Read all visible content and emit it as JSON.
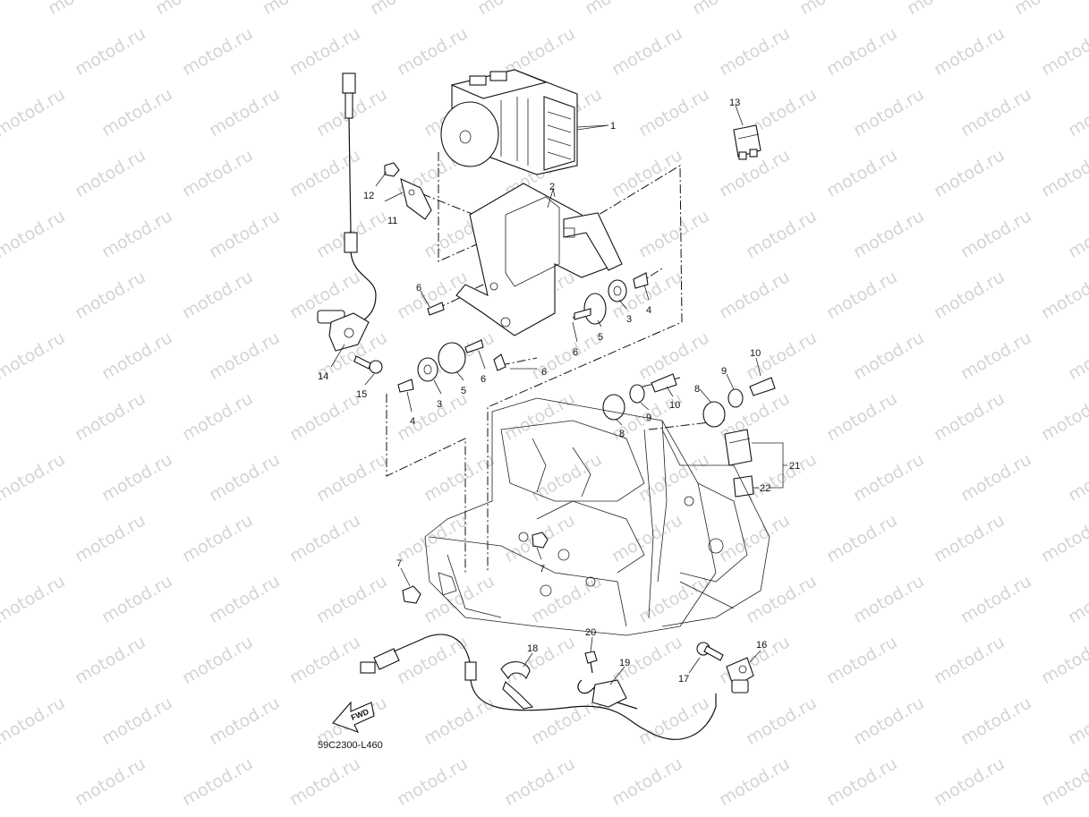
{
  "watermark": "motod.ru",
  "diagram_code": "59C2300-L460",
  "fwd_label": "FWD",
  "callouts": [
    "1",
    "2",
    "3",
    "4",
    "5",
    "6",
    "7",
    "8",
    "9",
    "10",
    "11",
    "12",
    "13",
    "14",
    "15",
    "16",
    "17",
    "18",
    "19",
    "20",
    "21",
    "22"
  ]
}
